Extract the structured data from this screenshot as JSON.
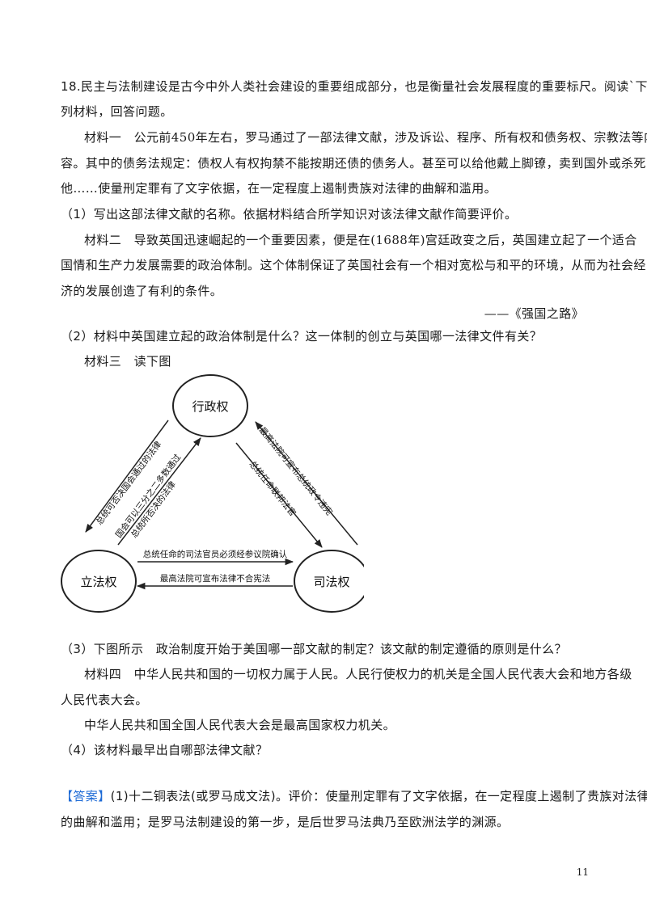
{
  "q18": {
    "l1": "18.民主与法制建设是古今中外人类社会建设的重要组成部分，也是衡量社会发展程度的重要标尺。阅读`下",
    "l2": "列材料，回答问题。",
    "m1_l1": "材料一　公元前450年左右，罗马通过了一部法律文献，涉及诉讼、程序、所有权和债务权、宗教法等内",
    "m1_l2": "容。其中的债务法规定：债权人有权拘禁不能按期还债的债务人。甚至可以给他戴上脚镣，卖到国外或杀死",
    "m1_l3": "他……使量刑定罪有了文字依据，在一定程度上遏制贵族对法律的曲解和滥用。",
    "q1": "（1）写出这部法律文献的名称。依据材料结合所学知识对该法律文献作简要评价。",
    "m2_l1": "材料二　导致英国迅速崛起的一个重要因素，便是在(1688年)宫廷政变之后，英国建立起了一个适合",
    "m2_l2": "国情和生产力发展需要的政治体制。这个体制保证了英国社会有一个相对宽松与和平的环境，从而为社会经",
    "m2_l3": "济的发展创造了有利的条件。",
    "m2_src": "——《强国之路》",
    "q2": "（2）材料中英国建立起的政治体制是什么？这一体制的创立与英国哪一法律文件有关？",
    "m3": "材料三　读下图",
    "q3": "（3）下图所示　政治制度开始于美国哪一部文献的制定？该文献的制定遵循的原则是什么？",
    "m4_l1": "材料四　中华人民共和国的一切权力属于人民。人民行使权力的机关是全国人民代表大会和地方各级",
    "m4_l2": "人民代表大会。",
    "m4_l3": "中华人民共和国全国人民代表大会是最高国家权力机关。",
    "q4": "（4）该材料最早出自哪部法律文献？"
  },
  "diagram": {
    "executive": "行政权",
    "legislative": "立法权",
    "judicial": "司法权",
    "left_1": "总统可否决国会通过的法律",
    "left_2": "国会可以三分之二多数通过",
    "left_3": "总统所否决的法律",
    "right_1": "最高法院可宣布总统政令违宪",
    "right_2": "总统任命联邦法官",
    "bottom_1": "总统任命的司法官员必须经参议院确认",
    "bottom_2": "最高法院可宣布法律不合宪法"
  },
  "answer": {
    "tag": "【答案】",
    "l1": "(1)十二铜表法(或罗马成文法)。评价：使量刑定罪有了文字依据，在一定程度上遏制了贵族对法律",
    "l2": "的曲解和滥用；是罗马法制建设的第一步，是后世罗马法典乃至欧洲法学的渊源。"
  },
  "page_number": "11"
}
